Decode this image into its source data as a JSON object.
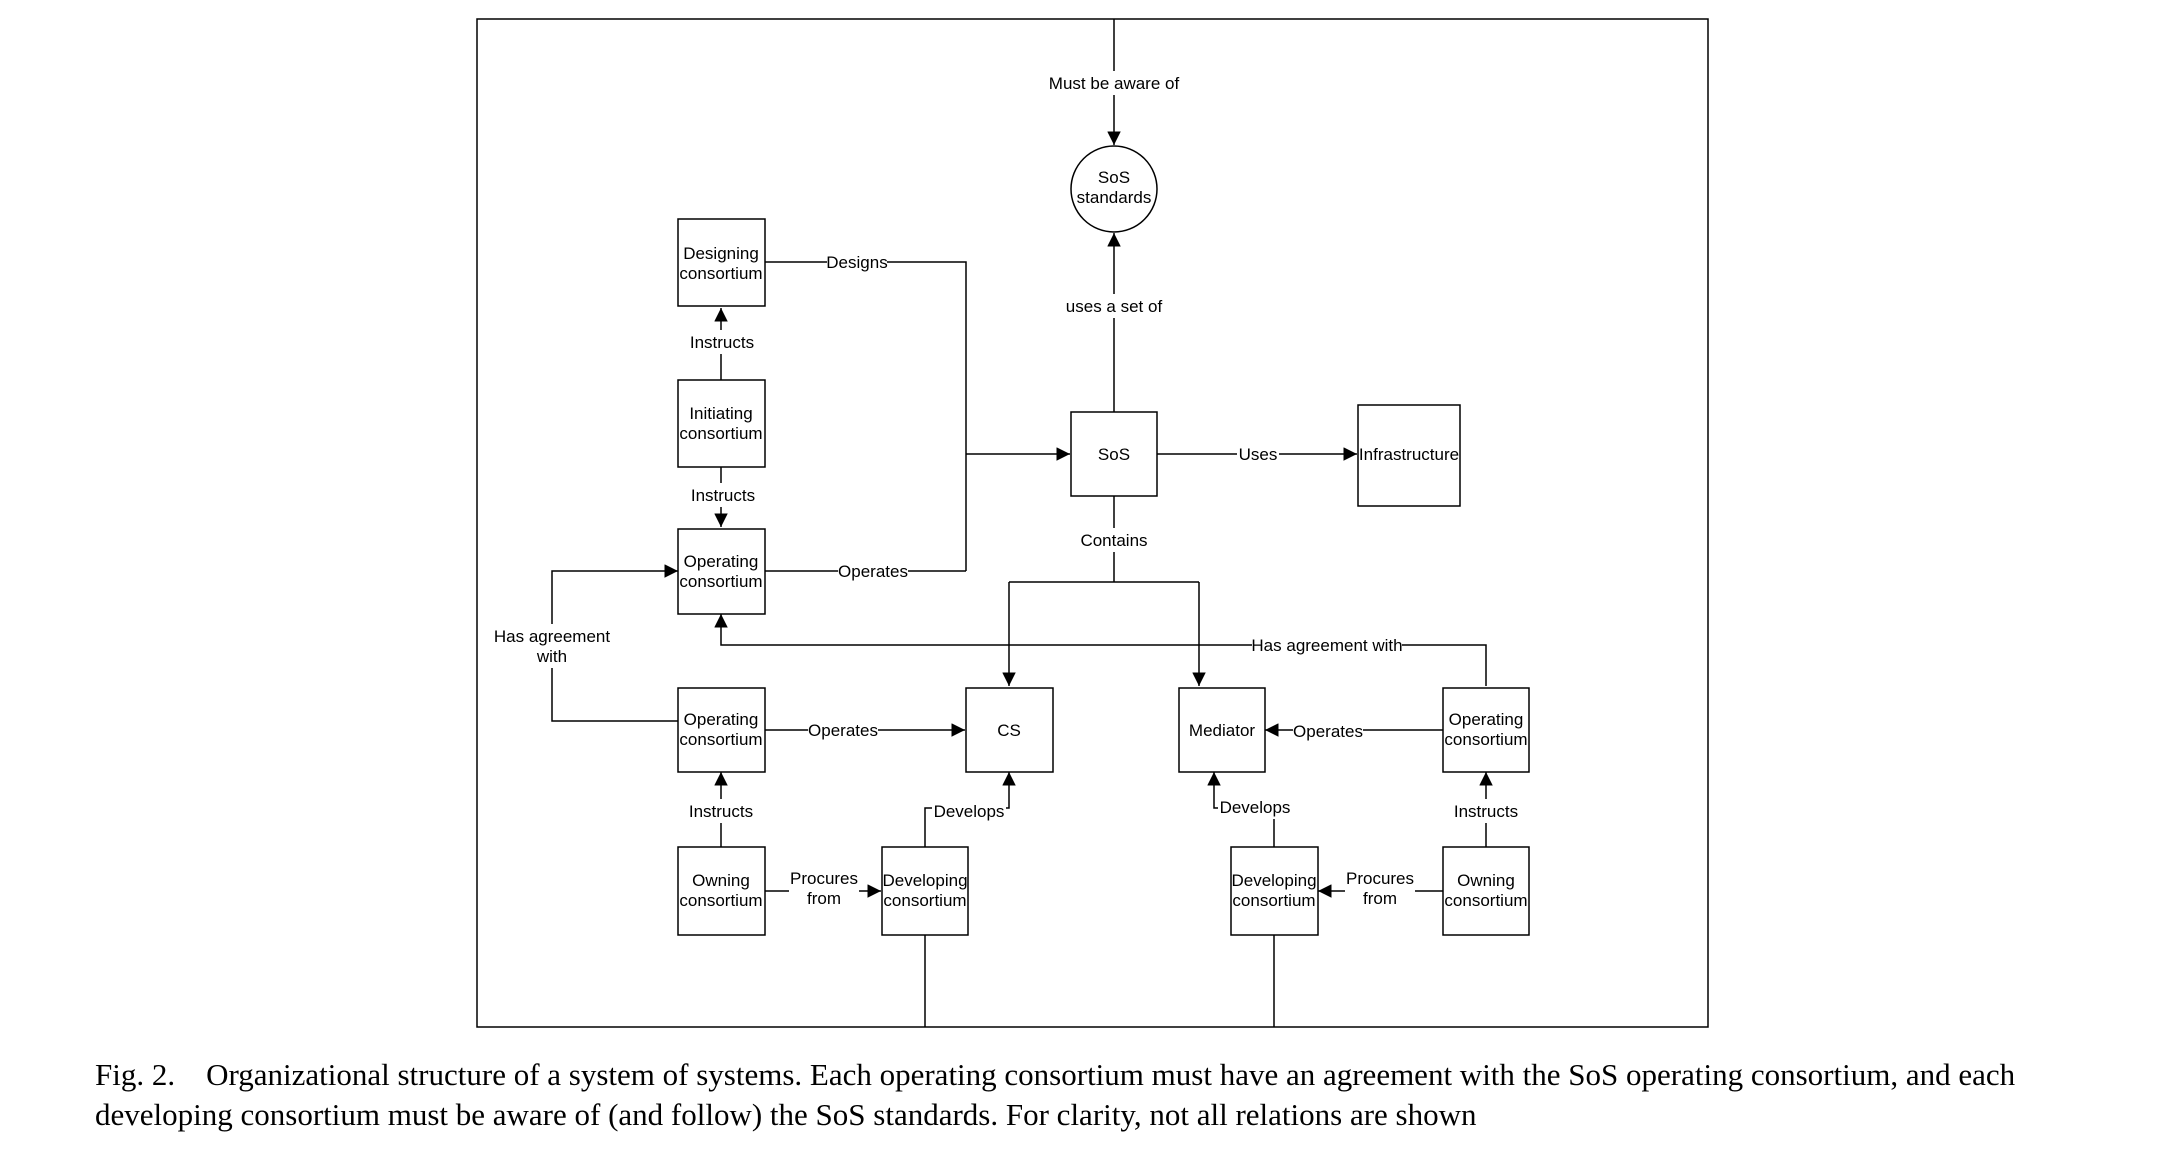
{
  "nodes": {
    "sos_standards": [
      "SoS",
      "standards"
    ],
    "designing": [
      "Designing",
      "consortium"
    ],
    "initiating": [
      "Initiating",
      "consortium"
    ],
    "operating_top": [
      "Operating",
      "consortium"
    ],
    "sos": [
      "SoS"
    ],
    "infrastructure": [
      "Infrastructure"
    ],
    "operating_left": [
      "Operating",
      "consortium"
    ],
    "cs": [
      "CS"
    ],
    "mediator": [
      "Mediator"
    ],
    "operating_right": [
      "Operating",
      "consortium"
    ],
    "owning_left": [
      "Owning",
      "consortium"
    ],
    "developing_left": [
      "Developing",
      "consortium"
    ],
    "developing_right": [
      "Developing",
      "consortium"
    ],
    "owning_right": [
      "Owning",
      "consortium"
    ]
  },
  "edges": {
    "must_be_aware": [
      "Must be aware of"
    ],
    "uses_a_set_of": [
      "uses a set of"
    ],
    "designs": [
      "Designs"
    ],
    "instructs_1": [
      "Instructs"
    ],
    "instructs_2": [
      "Instructs"
    ],
    "operates_top": [
      "Operates"
    ],
    "uses": [
      "Uses"
    ],
    "contains": [
      "Contains"
    ],
    "has_agreement_left": [
      "Has agreement",
      "with"
    ],
    "has_agreement_right": [
      "Has agreement with"
    ],
    "operates_left": [
      "Operates"
    ],
    "operates_right": [
      "Operates"
    ],
    "instructs_left": [
      "Instructs"
    ],
    "instructs_right": [
      "Instructs"
    ],
    "develops_left": [
      "Develops"
    ],
    "develops_right": [
      "Develops"
    ],
    "procures_left": [
      "Procures",
      "from"
    ],
    "procures_right": [
      "Procures",
      "from"
    ]
  },
  "caption": {
    "label": "Fig. 2.",
    "text": "Organizational structure of a system of systems. Each operating consortium must have an agreement with the SoS operating consortium, and each developing consortium must be aware of (and follow) the SoS standards. For clarity, not all relations are shown"
  }
}
